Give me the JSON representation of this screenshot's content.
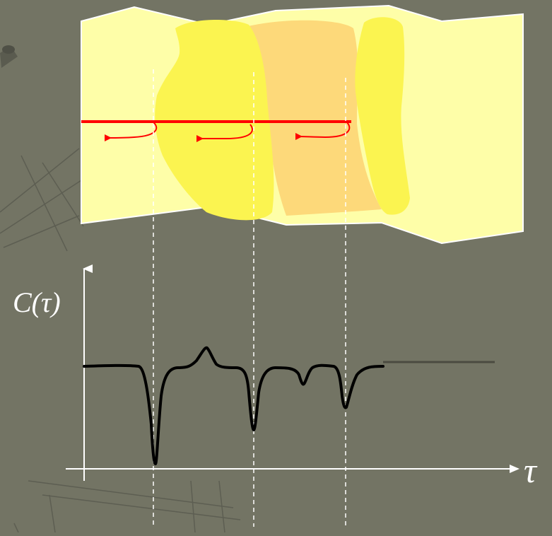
{
  "diagram": {
    "colors": {
      "background": "#737464",
      "panel_fill": "#fefea8",
      "panel_stroke": "#ffffff",
      "domain_left": "#fbf450",
      "domain_middle": "#fdd97a",
      "domain_right": "#fbf450",
      "beam": "#ff0000",
      "curve": "#000000",
      "axes": "#ffffff",
      "guide_lines": "#ffffff",
      "baseline_extension": "#4b4b40"
    },
    "icons": {
      "reflection_arrow": "curved-left-arrow"
    },
    "y_axis_label": "C(τ)",
    "x_axis_label": "τ"
  }
}
